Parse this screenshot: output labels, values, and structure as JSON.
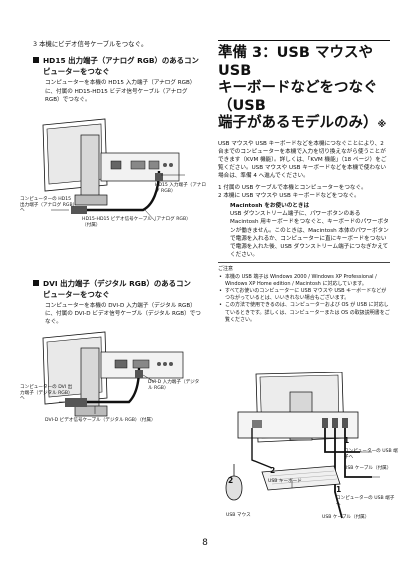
{
  "left": {
    "step3": "3 本機にビデオ信号ケーブルをつなぐ。",
    "hd15": {
      "heading_line1": "HD15 出力端子（アナログ RGB）のあるコン",
      "heading_line2": "ピューターをつなぐ",
      "body": "コンピューターを本機の HD15 入力端子（アナログ RGB）に、付属の HD15-HD15 ビデオ信号ケーブル（アナログ RGB）でつなぐ。",
      "label_computer": "コンピューターの HD15 出力端子（アナログ RGB）へ",
      "label_input": "HD15 入力端子（アナログ RGB）",
      "label_cable": "HD15-HD15 ビデオ信号ケーブル（アナログ RGB）（付属）"
    },
    "dvi": {
      "heading_line1": "DVI 出力端子（デジタル RGB）のあるコン",
      "heading_line2": "ピューターをつなぐ",
      "body": "コンピューターを本機の DVI-D 入力端子（デジタル RGB）に、付属の DVI-D ビデオ信号ケーブル（デジタル RGB）でつなぐ。",
      "label_computer": "コンピューターの DVI 出力端子（デジタル RGB）へ",
      "label_input": "DVI-D 入力端子（デジタル RGB）",
      "label_cable": "DVI-D ビデオ信号ケーブル（デジタル RGB）（付属）"
    }
  },
  "right": {
    "title_line1": "準備 3：USB マウスや USB",
    "title_line2": "キーボードなどをつなぐ（USB",
    "title_line3": "端子があるモデルのみ）",
    "title_mark": "※",
    "intro": "USB マウスや USB キーボードなどを本機につなぐことにより、2 台までのコンピューターを本機で入力を切り換えながら使うことができます（KVM 機能）。詳しくは、「KVM 機能」（18 ページ）をご覧ください。USB マウスや USB キーボードなどを本機で使わない場合は、準備 4 へ進んでください。",
    "step1": "1 付属の USB ケーブルで本機とコンピューターをつなぐ。",
    "step2": "2 本機に USB マウスや USB キーボードなどをつなぐ。",
    "mac_head": "Macintosh をお使いのときは",
    "mac_body": "USB ダウンストリーム端子に、パワーボタンのある Macintosh 用キーボードをつなぐと、キーボードのパワーボタンが働きません。このときは、Macintosh 本体のパワーボタンで電源を入れるか、コンピューターに直にキーボードをつないで電源を入れた後、USB ダウンストリーム端子につなぎかえてください。",
    "note_head": "ご注意",
    "notes": [
      "本機の USB 端子は Windows 2000 / Windows XP Professional / Windows XP Home edition / Macintosh に対応しています。",
      "すべてお使いのコンピューターに USB マウスや USB キーボードなどがつながっているとは、いいきれない場合もございます。",
      "この方法で使用できるのは、コンピューターおよび OS が USB に対応しているときです。詳しくは、コンピューターまたは OS の取扱説明書をご覧ください。"
    ],
    "label_usb_cable_to_pc": "コンピューターの USB 端子へ",
    "label_usb_cable1": "USB ケーブル（付属）",
    "label_usb_keyboard": "USB キーボード",
    "label_usb_mouse": "USB マウス",
    "label_usb_cable_to_pc2": "コンピューターの USB 端子へ",
    "label_usb_cable2": "USB ケーブル（付属）",
    "num1": "1",
    "num2": "2",
    "num2b": "2",
    "num1b": "1"
  },
  "page_number": "8"
}
